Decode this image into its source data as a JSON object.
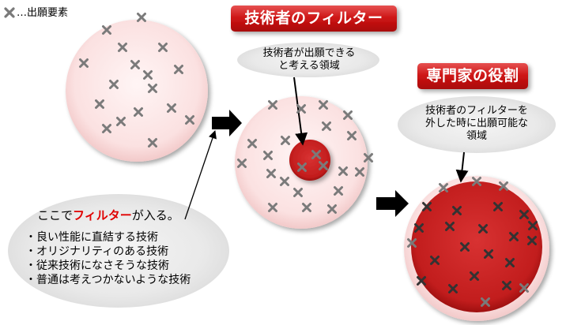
{
  "legend": {
    "text": "…出願要素",
    "icon": "x-mark-icon"
  },
  "titles": {
    "engineer_filter": "技術者のフィルター",
    "expert_role": "専門家の役割"
  },
  "bubbles": {
    "engineer_area": [
      "技術者が出願できる",
      "と考える領域"
    ],
    "outside_filter": [
      "技術者のフィルターを",
      "外した時に出願可能な",
      "領域"
    ]
  },
  "note": {
    "head_pre": "ここで",
    "head_highlight": "フィルター",
    "head_post": "が入る。",
    "items": [
      "・良い性能に直結する技術",
      "・オリジナリティのある技術",
      "・従来技術になさそうな技術",
      "・普通は考えつかないような技術"
    ]
  },
  "colors": {
    "title_box": "#d11a1a",
    "pale_circle": "#fbe1e1",
    "core_red": "#cc1111",
    "large_red": "#c21d1d",
    "mark_gray": "#7a7a7a",
    "mark_dark": "#333333"
  }
}
